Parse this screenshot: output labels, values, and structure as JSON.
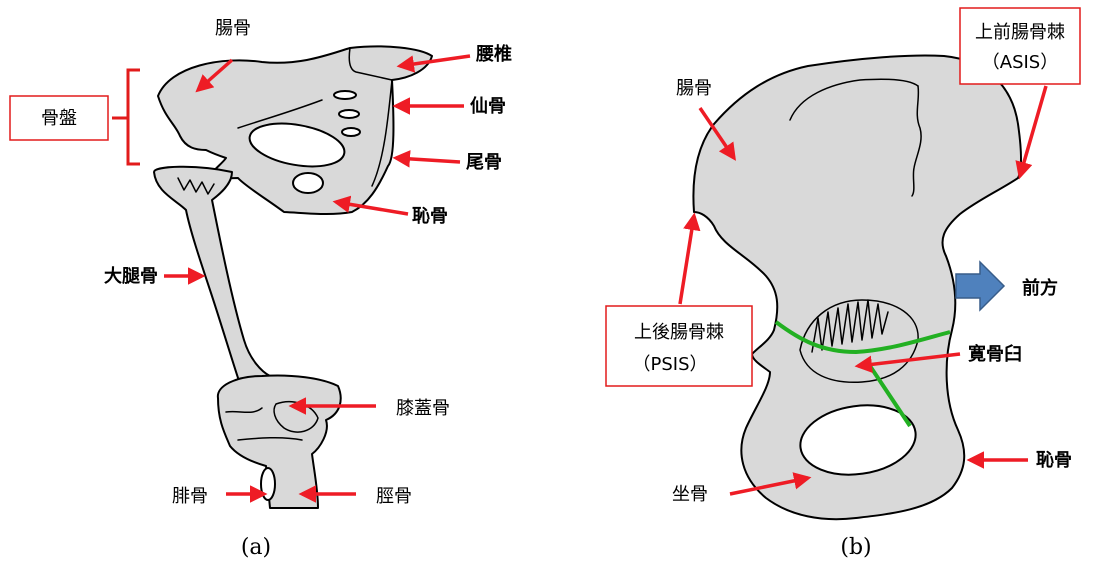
{
  "colors": {
    "arrow": "#ee1c25",
    "bone_fill": "#d9d9d9",
    "box_border": "#e21b1b",
    "green_line": "#22b022",
    "blue_arrow": "#4f81bd"
  },
  "panel_a": {
    "caption": "(a)",
    "labels": {
      "ilium": "腸骨",
      "lumbar": "腰椎",
      "sacrum": "仙骨",
      "coccyx": "尾骨",
      "pubis": "恥骨",
      "femur": "大腿骨",
      "patella": "膝蓋骨",
      "fibula": "腓骨",
      "tibia": "脛骨",
      "pelvis_box": "骨盤"
    }
  },
  "panel_b": {
    "caption": "(b)",
    "labels": {
      "ilium": "腸骨",
      "asis_line1": "上前腸骨棘",
      "asis_line2": "（ASIS）",
      "psis_line1": "上後腸骨棘",
      "psis_line2": "（PSIS）",
      "anterior": "前方",
      "acetabulum": "寛骨臼",
      "ischium": "坐骨",
      "pubis": "恥骨"
    }
  }
}
